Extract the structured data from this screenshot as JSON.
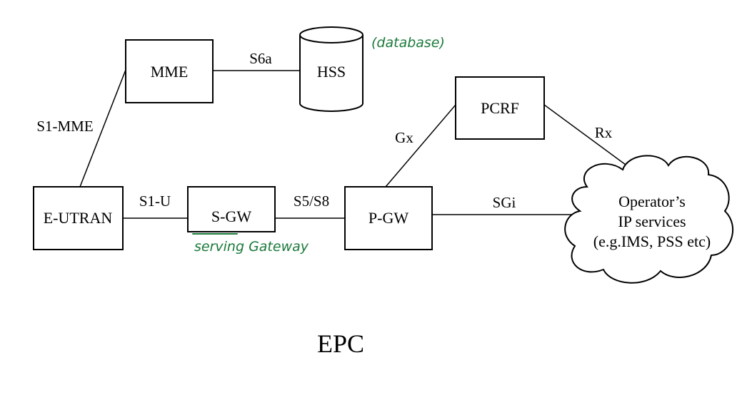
{
  "nodes": {
    "mme": "MME",
    "hss": "HSS",
    "pcrf": "PCRF",
    "eutran": "E-UTRAN",
    "sgw": "S-GW",
    "pgw": "P-GW",
    "cloud_line1": "Operator’s",
    "cloud_line2": "IP services",
    "cloud_line3": "(e.g.IMS, PSS etc)"
  },
  "interfaces": {
    "s6a": "S6a",
    "s1_mme": "S1-MME",
    "s1_u": "S1-U",
    "s5_s8": "S5/S8",
    "gx": "Gx",
    "rx": "Rx",
    "sgi": "SGi"
  },
  "annotations": {
    "database": "(database)",
    "serving_gateway": "serving Gateway"
  },
  "caption": "EPC",
  "colors": {
    "ink": "#000000",
    "handwriting": "#1a7a3a"
  }
}
